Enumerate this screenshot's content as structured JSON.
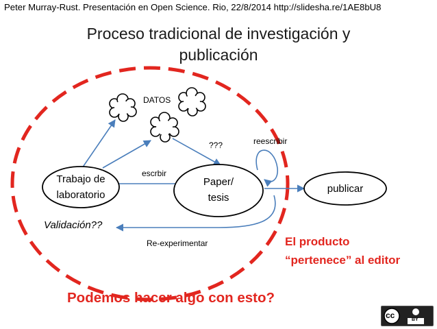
{
  "header": {
    "citation": "Peter Murray-Rust. Presentación en Open Science. Rio, 22/8/2014 http://slidesha.re/1AE8bU8"
  },
  "slide": {
    "title_line1": "Proceso tradicional de investigación y",
    "title_line2": "publicación"
  },
  "diagram": {
    "nodes": {
      "lab_line1": "Trabajo de",
      "lab_line2": "laboratorio",
      "paper_line1": "Paper/",
      "paper_line2": "tesis",
      "publish": "publicar"
    },
    "labels": {
      "datos": "DATOS",
      "unknown": "???",
      "rewrite": "reescribir",
      "write": "escrbir",
      "reexperiment": "Re-experimentar",
      "validation": "Validación??"
    }
  },
  "callouts": {
    "editor_line1": "El producto",
    "editor_line2": "“pertenece” al editor",
    "question": "Podemos hacer algo con esto?"
  },
  "license": {
    "cc": "cc",
    "by": "BY"
  },
  "colors": {
    "accent_red": "#e2261f",
    "arrow_blue": "#4a7ebb"
  }
}
